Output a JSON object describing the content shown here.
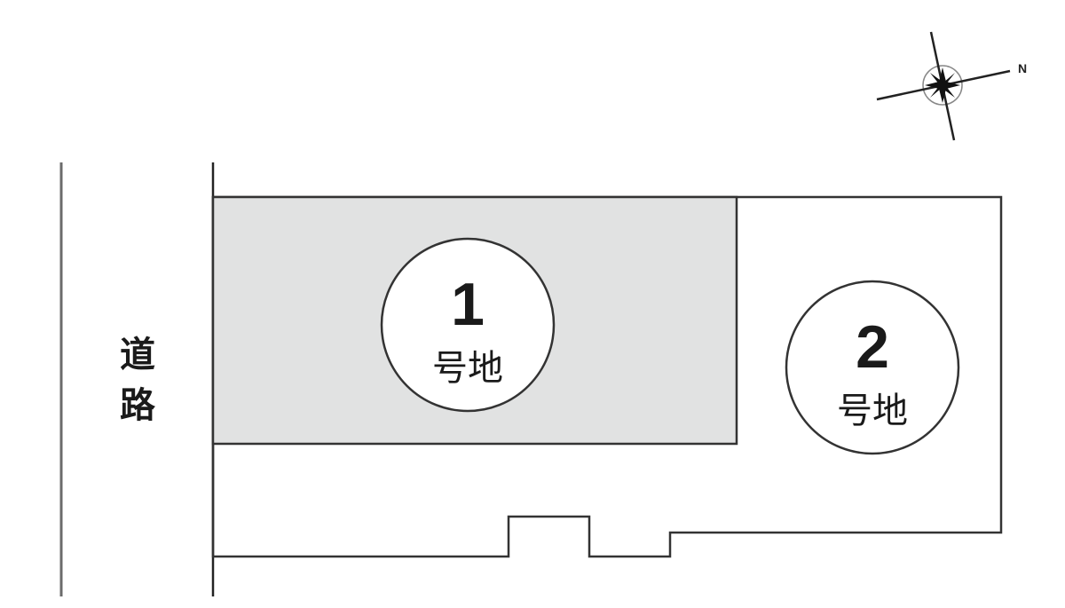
{
  "road": {
    "label_1": "道",
    "label_2": "路"
  },
  "lots": [
    {
      "number": "1",
      "suffix": "号地",
      "highlighted": true
    },
    {
      "number": "2",
      "suffix": "号地",
      "highlighted": false
    }
  ],
  "compass": {
    "north_label": "N"
  },
  "colors": {
    "highlight_fill": "#e1e2e2",
    "line": "#333333",
    "road_line": "#666666"
  }
}
